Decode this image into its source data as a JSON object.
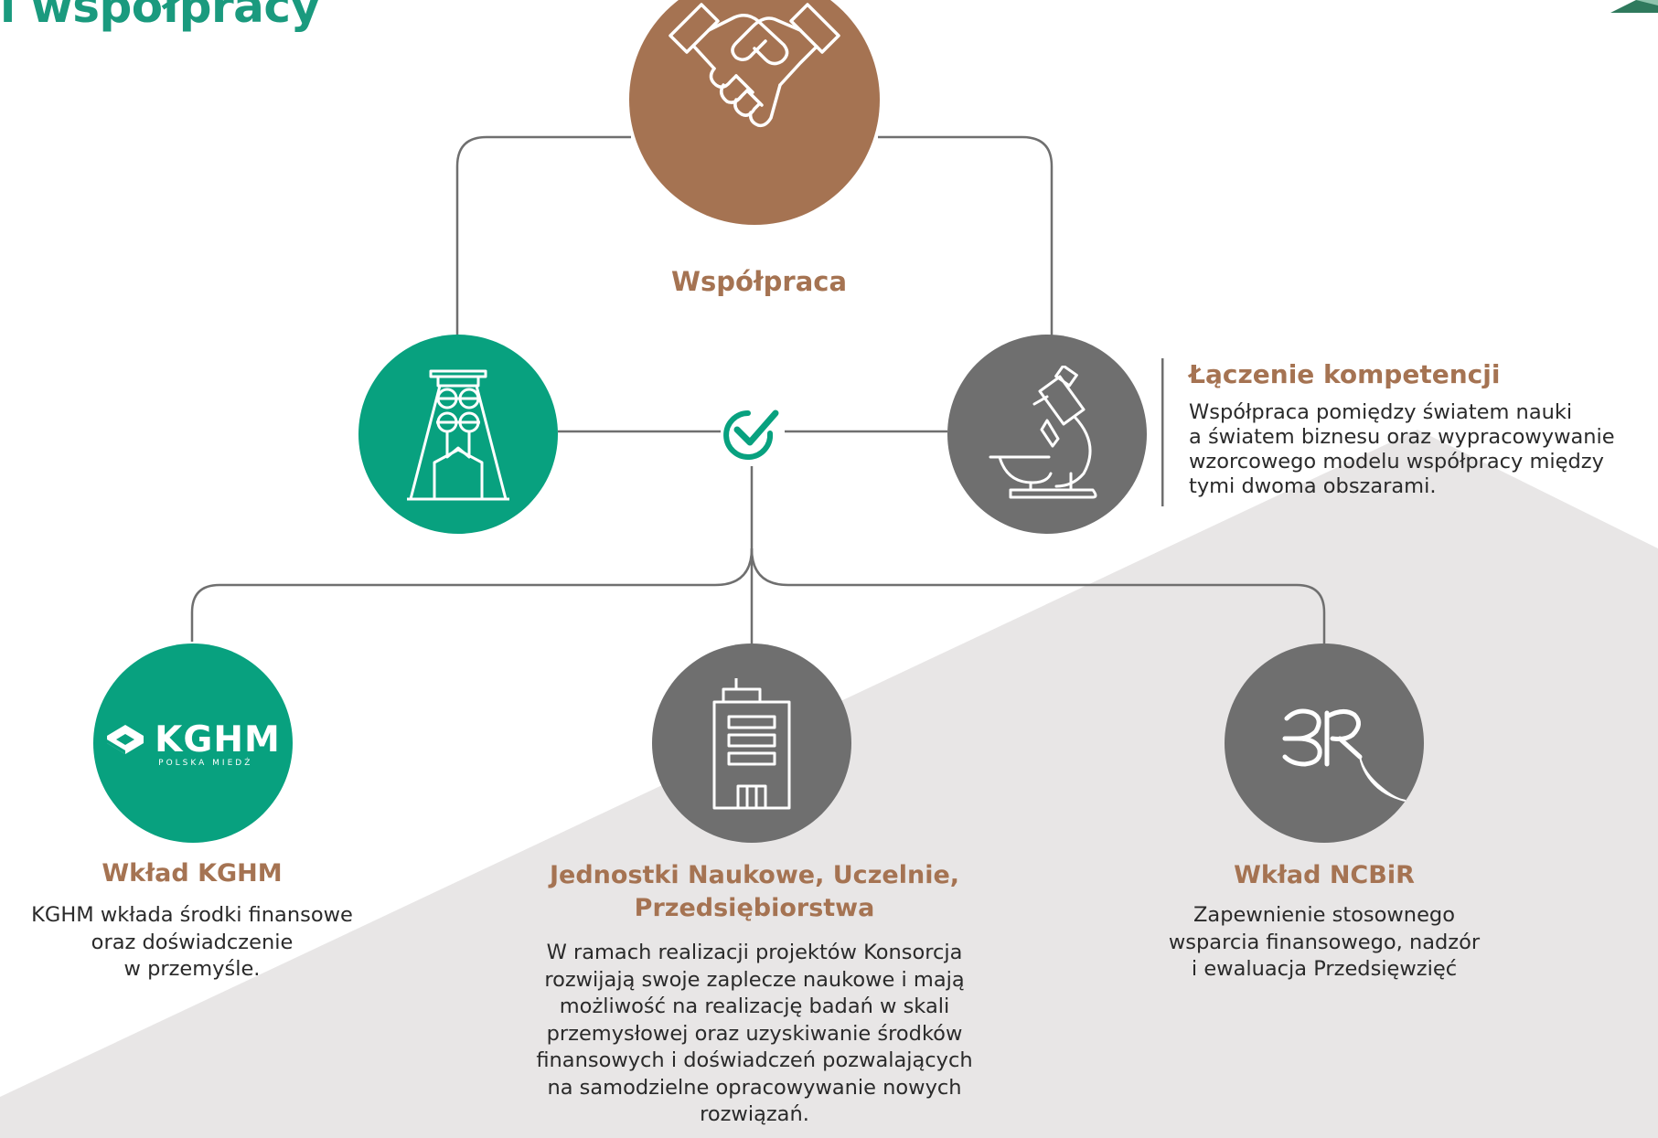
{
  "title": "i współpracy",
  "colors": {
    "green": "#08a17f",
    "brown": "#a57352",
    "gray": "#6f6f6f",
    "line": "#6f6f6f",
    "heading": "#a57352",
    "background_shape": "#e8e6e6"
  },
  "top_node": {
    "label": "Współpraca",
    "icon": "handshake-icon"
  },
  "left_node": {
    "icon": "mine-shaft-tower-icon"
  },
  "right_node": {
    "icon": "microscope-icon"
  },
  "center_mark": {
    "icon": "checkmark-circle-icon"
  },
  "competence": {
    "heading": "Łączenie kompetencji",
    "lines": [
      "Współpraca pomiędzy światem nauki",
      "a światem biznesu oraz wypracowywanie",
      "wzorcowego modelu współpracy między",
      "tymi dwoma obszarami."
    ]
  },
  "bottom_nodes": {
    "kghm": {
      "logo_text": "KGHM",
      "logo_sub": "POLSKA MIEDŹ",
      "heading": "Wkład KGHM",
      "lines": [
        "KGHM wkłada środki finansowe",
        "oraz doświadczenie",
        "w przemyśle."
      ]
    },
    "units": {
      "icon": "office-building-icon",
      "heading_lines": [
        "Jednostki Naukowe, Uczelnie,",
        "Przedsiębiorstwa"
      ],
      "lines": [
        "W ramach realizacji projektów Konsorcja",
        "rozwijają swoje zaplecze naukowe i mają",
        "możliwość na realizację badań w skali",
        "przemysłowej oraz uzyskiwanie środków",
        "finansowych i doświadczeń pozwalających",
        "na samodzielne opracowywanie nowych",
        "rozwiązań."
      ]
    },
    "ncbir": {
      "icon": "ncbir-br-logo-icon",
      "heading": "Wkład NCBiR",
      "lines": [
        "Zapewnienie stosownego",
        "wsparcia finansowego, nadzór",
        "i ewaluacja Przedsięwzięć"
      ]
    }
  }
}
